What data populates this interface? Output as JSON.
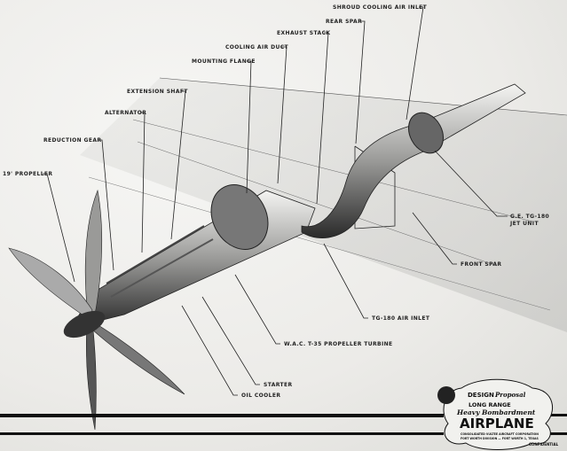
{
  "callouts": {
    "shroud_cooling_air_inlet": "SHROUD COOLING AIR INLET",
    "rear_spar": "REAR SPAR",
    "exhaust_stack": "EXHAUST STACK",
    "cooling_air_duct": "COOLING AIR DUCT",
    "mounting_flange": "MOUNTING FLANGE",
    "extension_shaft": "EXTENSION SHAFT",
    "alternator": "ALTERNATOR",
    "reduction_gear": "REDUCTION GEAR",
    "propeller": "19' PROPELLER",
    "jet_unit_line1": "G.E. TG-180",
    "jet_unit_line2": "JET UNIT",
    "front_spar": "FRONT SPAR",
    "air_inlet": "TG-180 AIR INLET",
    "propeller_turbine": "W.A.C. T-35 PROPELLER TURBINE",
    "starter": "STARTER",
    "oil_cooler": "OIL COOLER"
  },
  "title_block": {
    "design": "DESIGN",
    "proposal": "Proposal",
    "long_range": "LONG RANGE",
    "heavy": "Heavy Bombardment",
    "airplane": "AIRPLANE",
    "company": "CONSOLIDATED VULTEE AIRCRAFT CORPORATION",
    "division": "FORT WORTH DIVISION — FORT WORTH 1, TEXAS",
    "confidential": "CONFIDENTIAL"
  }
}
